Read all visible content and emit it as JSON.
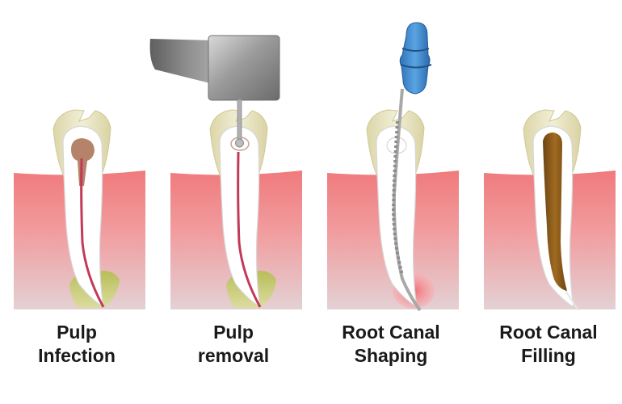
{
  "steps": [
    {
      "line1": "Pulp",
      "line2": "Infection"
    },
    {
      "line1": "Pulp",
      "line2": "removal"
    },
    {
      "line1": "Root Canal",
      "line2": "Shaping"
    },
    {
      "line1": "Root Canal",
      "line2": "Filling"
    }
  ],
  "colors": {
    "gum_top": "#f07a7c",
    "gum_bottom": "#e2cdd0",
    "enamel": "#eae5c3",
    "dentin": "#ffffff",
    "pulp_infected": "#b5836a",
    "nerve": "#c23a57",
    "abscess": "#c9cf6e",
    "tool_gray": "#8a8a8a",
    "file_blue": "#3f8ad0",
    "file_shaft": "#b8b8b8",
    "filling": "#8a5a1a"
  }
}
